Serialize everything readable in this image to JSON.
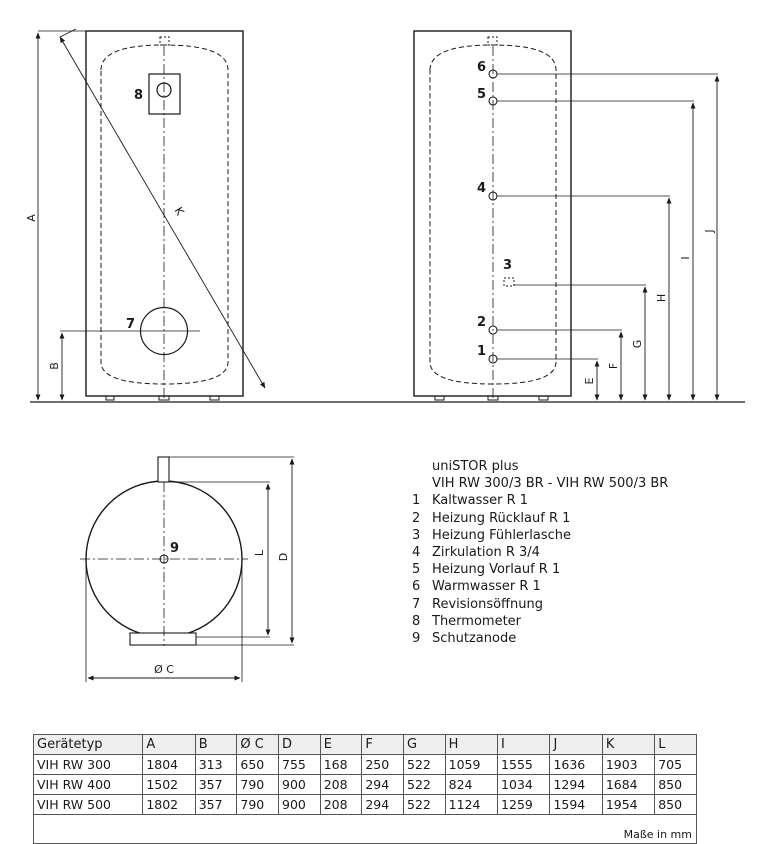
{
  "diagram": {
    "front_labels": {
      "item8": "8",
      "item7": "7",
      "A": "A",
      "B": "B",
      "K": "K"
    },
    "side_labels": {
      "item6": "6",
      "item5": "5",
      "item4": "4",
      "item3": "3",
      "item2": "2",
      "item1": "1",
      "E": "E",
      "F": "F",
      "G": "G",
      "H": "H",
      "I": "I",
      "J": "J"
    },
    "top_labels": {
      "item9": "9",
      "L": "L",
      "D": "D",
      "C": "Ø C"
    }
  },
  "legend": {
    "title1": "uniSTOR plus",
    "title2": "VIH RW 300/3 BR - VIH RW 500/3 BR",
    "items": [
      {
        "num": "1",
        "text": "Kaltwasser R 1"
      },
      {
        "num": "2",
        "text": "Heizung Rücklauf R 1"
      },
      {
        "num": "3",
        "text": "Heizung Fühlerlasche"
      },
      {
        "num": "4",
        "text": "Zirkulation R 3/4"
      },
      {
        "num": "5",
        "text": "Heizung Vorlauf R 1"
      },
      {
        "num": "6",
        "text": "Warmwasser R 1"
      },
      {
        "num": "7",
        "text": "Revisionsöffnung"
      },
      {
        "num": "8",
        "text": "Thermometer"
      },
      {
        "num": "9",
        "text": "Schutzanode"
      }
    ]
  },
  "table": {
    "headers": [
      "Gerätetyp",
      "A",
      "B",
      "Ø C",
      "D",
      "E",
      "F",
      "G",
      "H",
      "I",
      "J",
      "K",
      "L"
    ],
    "rows": [
      [
        "VIH RW 300",
        "1804",
        "313",
        "650",
        "755",
        "168",
        "250",
        "522",
        "1059",
        "1555",
        "1636",
        "1903",
        "705"
      ],
      [
        "VIH RW 400",
        "1502",
        "357",
        "790",
        "900",
        "208",
        "294",
        "522",
        "824",
        "1034",
        "1294",
        "1684",
        "850"
      ],
      [
        "VIH RW 500",
        "1802",
        "357",
        "790",
        "900",
        "208",
        "294",
        "522",
        "1124",
        "1259",
        "1594",
        "1954",
        "850"
      ]
    ],
    "footer": "Maße in mm"
  }
}
